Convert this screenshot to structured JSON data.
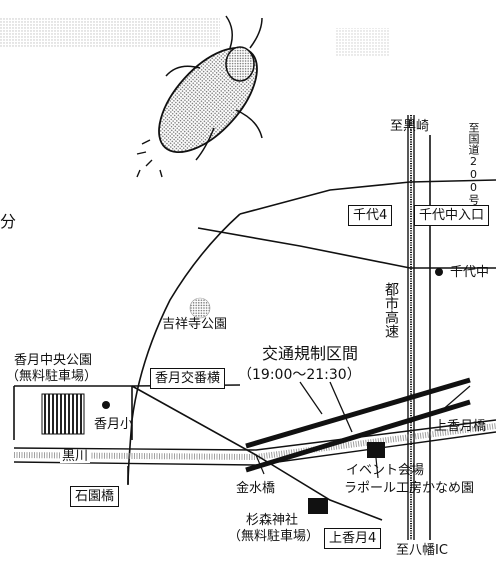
{
  "labels": {
    "to_kurosaki": "至黒崎",
    "to_route200": "至国道200号",
    "chiyo4": "千代4",
    "chiyonaka_iriguchi": "千代中入口",
    "chiyonaka": "千代中",
    "toshi_kosoku": "都市高速",
    "kichijoji_park": "吉祥寺公園",
    "traffic_title": "交通規制区間",
    "traffic_time": "（19:00～21:30）",
    "kazuki_park": "香月中央公園",
    "kazuki_park_parking": "（無料駐車場）",
    "kazuki_school": "香月小",
    "kazuki_police": "香月交番横",
    "kami_kazuki_bridge": "上香月橋",
    "kurokawa": "黒川",
    "kinsui_bridge": "金水橋",
    "ishizono_bridge": "石園橋",
    "event_venue": "イベント会場",
    "venue_name": "ラポール工房かなめ園",
    "sugimori_shrine": "杉森神社",
    "sugimori_parking": "（無料駐車場）",
    "kami_kazuki4": "上香月4",
    "to_yahata_ic": "至八幡IC",
    "edge_char": "分"
  },
  "icons": {
    "firefly": "firefly-illustration",
    "park": "park-tree-icon"
  }
}
